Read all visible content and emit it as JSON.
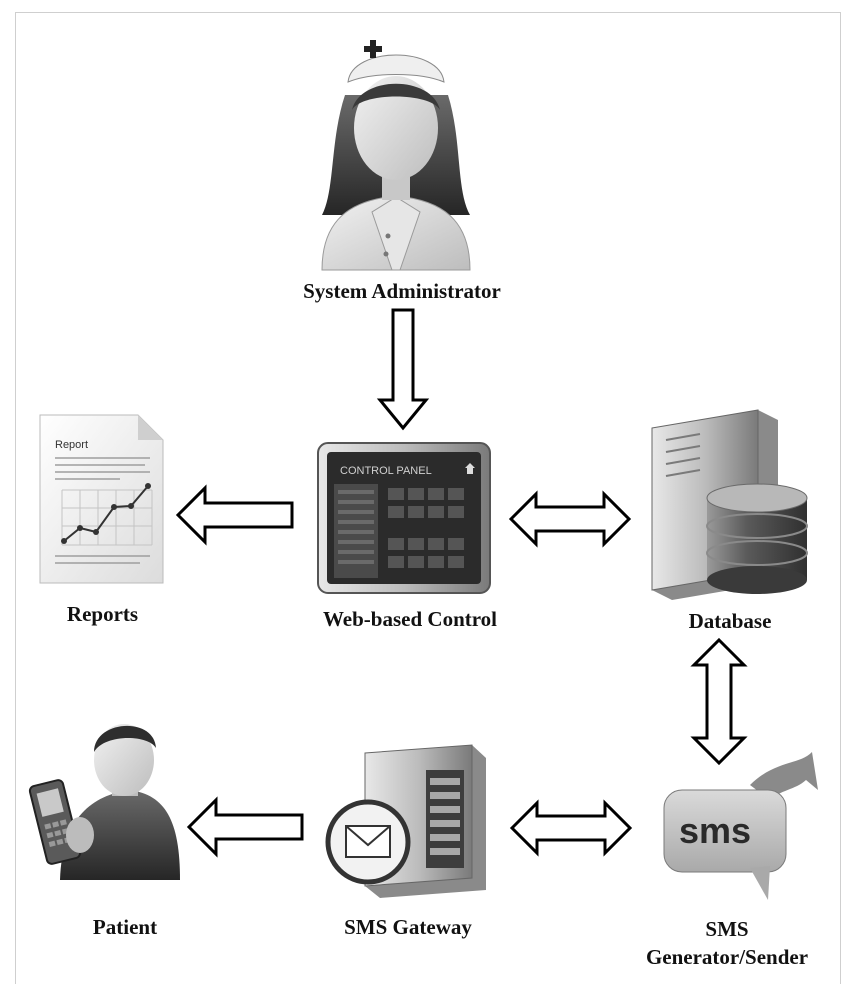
{
  "nodes": {
    "admin": "System Administrator",
    "reports": "Reports",
    "control": "Web-based Control",
    "database": "Database",
    "patient": "Patient",
    "gateway": "SMS Gateway",
    "sender": "SMS\nGenerator/Sender"
  },
  "icon_text": {
    "report_title": "Report",
    "control_panel": "CONTROL PANEL",
    "sms": "sms"
  },
  "icons": [
    "nurse-icon",
    "report-document-icon",
    "control-panel-icon",
    "database-server-icon",
    "patient-phone-icon",
    "sms-gateway-server-icon",
    "sms-bubble-icon"
  ]
}
